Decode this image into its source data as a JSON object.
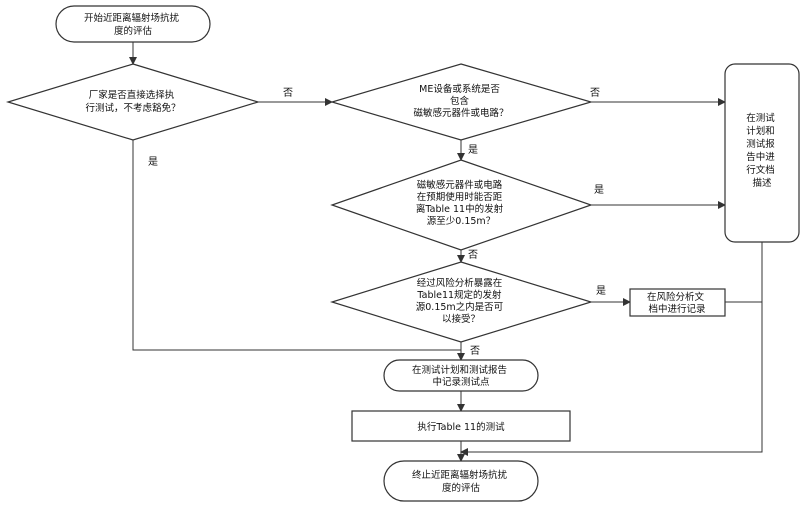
{
  "diagram": {
    "nodes": {
      "start": {
        "type": "terminal",
        "lines": [
          "开始近距离辐射场抗扰",
          "度的评估"
        ]
      },
      "d1": {
        "type": "decision",
        "lines": [
          "厂家是否直接选择执",
          "行测试，不考虑豁免？"
        ]
      },
      "d2": {
        "type": "decision",
        "lines": [
          "ME设备或系统是否",
          "包含",
          "磁敏感元器件或电路？"
        ]
      },
      "d3": {
        "type": "decision",
        "lines": [
          "磁敏感元器件或电路",
          "在预期使用时能否距",
          "离Table 11中的发射",
          "源至少0.15m？"
        ]
      },
      "d4": {
        "type": "decision",
        "lines": [
          "经过风险分析暴露在",
          "Table11规定的发射",
          "源0.15m之内是否可",
          "以接受？"
        ]
      },
      "doc_plan": {
        "type": "tall_box",
        "lines": [
          "在测试",
          "计划和",
          "测试报",
          "告中进",
          "行文档",
          "描述"
        ]
      },
      "risk_doc": {
        "type": "box",
        "lines": [
          "在风险分析文",
          "档中进行记录"
        ]
      },
      "record": {
        "type": "terminal",
        "lines": [
          "在测试计划和测试报告",
          "中记录测试点"
        ]
      },
      "execute": {
        "type": "box",
        "lines": [
          "执行Table 11的测试"
        ]
      },
      "end": {
        "type": "terminal",
        "lines": [
          "终止近距离辐射场抗扰",
          "度的评估"
        ]
      }
    },
    "edge_labels": {
      "d1_no": "否",
      "d1_yes": "是",
      "d2_no": "否",
      "d2_yes": "是",
      "d3_yes": "是",
      "d3_no": "否",
      "d4_yes": "是",
      "d4_no": "否"
    }
  }
}
